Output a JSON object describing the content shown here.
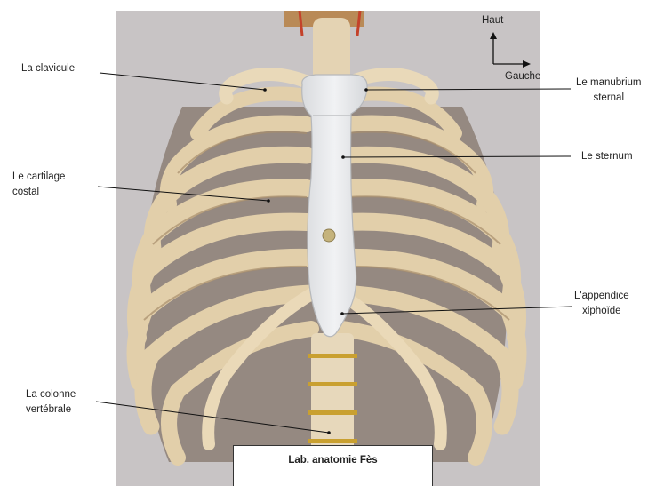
{
  "labels": {
    "clavicle": "La clavicule",
    "costal_cartilage": [
      "Le cartilage",
      "costal"
    ],
    "spine": [
      "La colonne",
      "vertébrale"
    ],
    "manubrium": [
      "Le manubrium",
      "sternal"
    ],
    "sternum": "Le sternum",
    "xiphoid": [
      "L'appendice",
      "xiphoïde"
    ]
  },
  "orientation": {
    "up": "Haut",
    "left": "Gauche"
  },
  "caption": "Lab. anatomie Fès",
  "colors": {
    "background": "#c7c3c4",
    "bone": "#e6d3b0",
    "bone_shadow": "#b9a07c",
    "sternum": "#e7e8ea",
    "disc": "#c9a030",
    "text": "#222222"
  }
}
